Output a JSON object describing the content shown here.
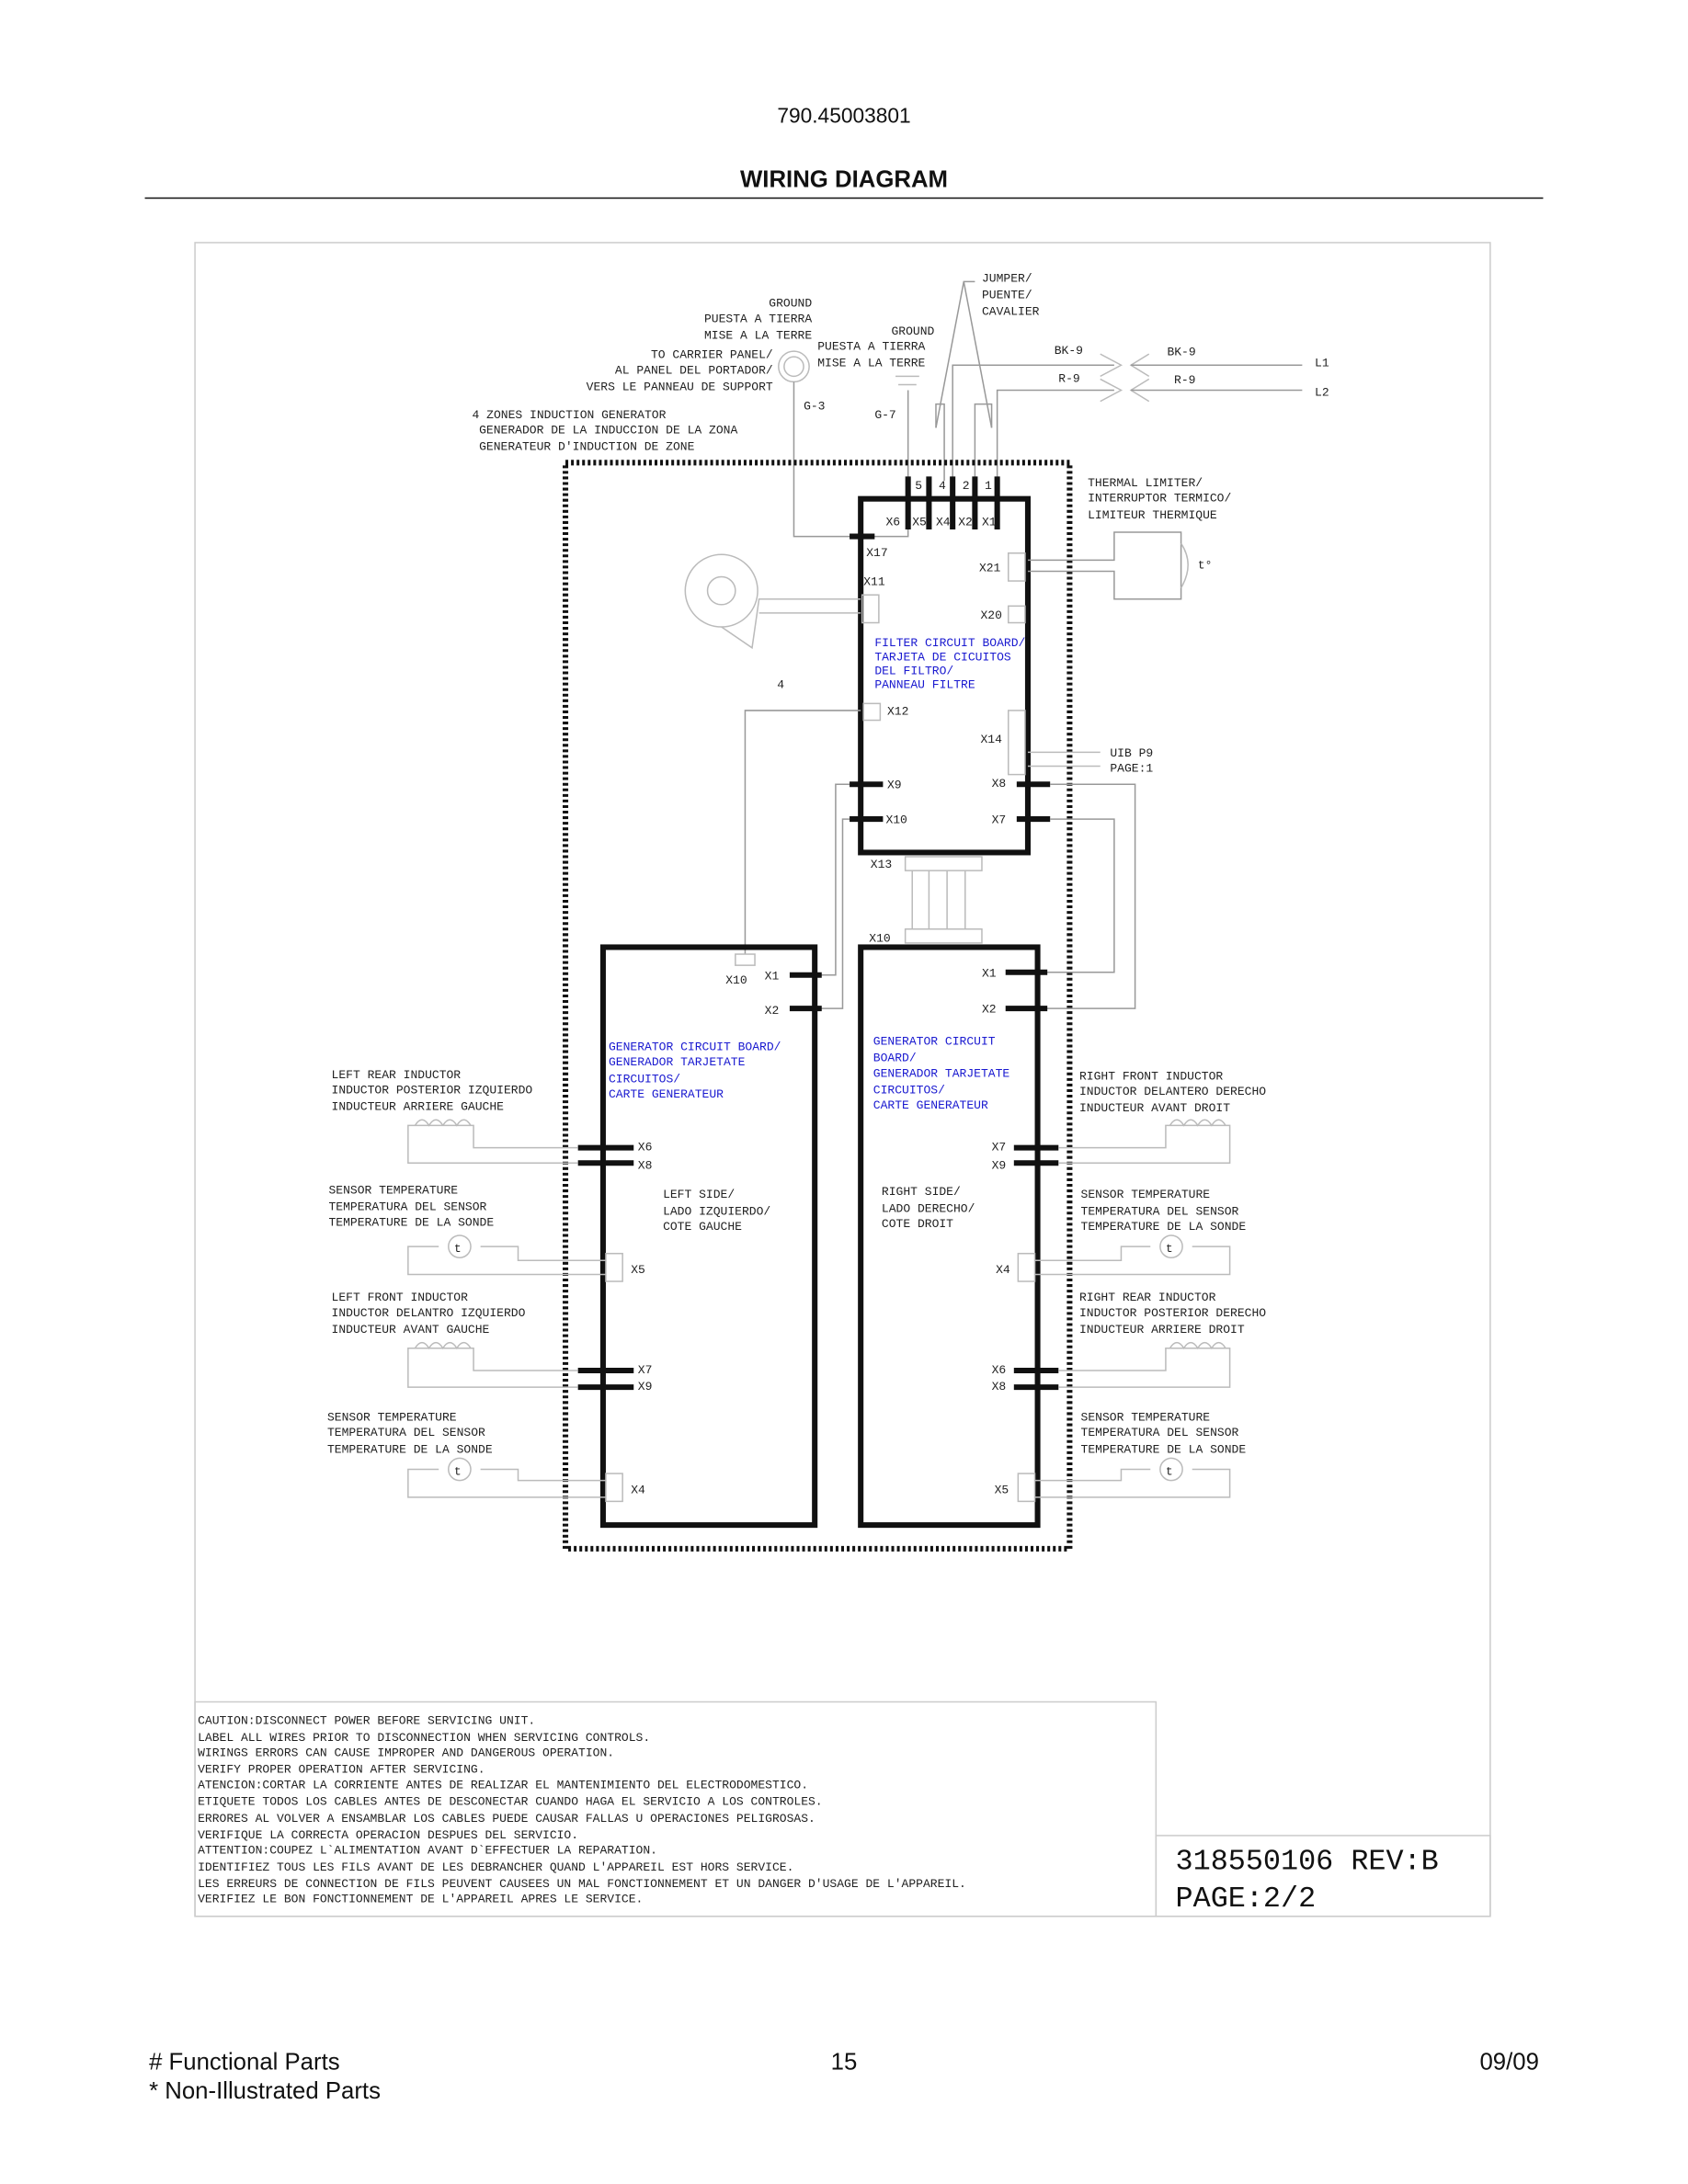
{
  "header": {
    "model": "790.45003801",
    "title": "WIRING DIAGRAM"
  },
  "diagram": {
    "ground1": [
      "GROUND",
      "PUESTA A TIERRA",
      "MISE A LA TERRE"
    ],
    "carrier": [
      "TO CARRIER PANEL/",
      "AL PANEL DEL PORTADOR/",
      "VERS LE PANNEAU DE SUPPORT"
    ],
    "ground2": [
      "GROUND",
      "PUESTA A TIERRA",
      "MISE A LA TERRE"
    ],
    "jumper": [
      "JUMPER/",
      "PUENTE/",
      "CAVALIER"
    ],
    "wires": {
      "bk_left": "BK-9",
      "bk_right": "BK-9",
      "r_left": "R-9",
      "r_right": "R-9",
      "l1": "L1",
      "l2": "L2",
      "g3": "G-3",
      "g7": "G-7",
      "four": "4"
    },
    "generator_title": [
      "4 ZONES INDUCTION GENERATOR",
      "GENERADOR DE LA INDUCCION DE LA ZONA",
      "GENERATEUR D'INDUCTION DE ZONE"
    ],
    "thermal": [
      "THERMAL LIMITER/",
      "INTERRUPTOR TERMICO/",
      "LIMITEUR THERMIQUE"
    ],
    "thermal_symbol": "t°",
    "filter_board": {
      "label": [
        "FILTER CIRCUIT BOARD/",
        "TARJETA DE CICUITOS",
        "DEL FILTRO/",
        "PANNEAU FILTRE"
      ],
      "pins": [
        "5",
        "4",
        "2",
        "1"
      ],
      "connectors": {
        "x6": "X6",
        "x5": "X5",
        "x4": "X4",
        "x2": "X2",
        "x1": "X1",
        "x17": "X17",
        "x11": "X11",
        "x21": "X21",
        "x20": "X20",
        "x12": "X12",
        "x14": "X14",
        "x9": "X9",
        "x8": "X8",
        "x10": "X10",
        "x7": "X7",
        "x13": "X13"
      },
      "pin1": "1"
    },
    "uib": [
      "UIB P9",
      "PAGE:1"
    ],
    "left_board": {
      "label": [
        "GENERATOR CIRCUIT BOARD/",
        "GENERADOR TARJETATE",
        "CIRCUITOS/",
        "CARTE GENERATEUR"
      ],
      "side": [
        "LEFT SIDE/",
        "LADO IZQUIERDO/",
        "COTE GAUCHE"
      ],
      "connectors": {
        "x10": "X10",
        "x1": "X1",
        "x2": "X2",
        "x6": "X6",
        "x8": "X8",
        "x5": "X5",
        "x7": "X7",
        "x9": "X9",
        "x4": "X4"
      }
    },
    "right_board": {
      "label": [
        "GENERATOR CIRCUIT",
        "BOARD/",
        "GENERADOR TARJETATE",
        "CIRCUITOS/",
        "CARTE GENERATEUR"
      ],
      "side": [
        "RIGHT SIDE/",
        "LADO DERECHO/",
        "COTE DROIT"
      ],
      "connectors": {
        "x10": "X10",
        "x1": "X1",
        "x2": "X2",
        "x7": "X7",
        "x9": "X9",
        "x4": "X4",
        "x6": "X6",
        "x8": "X8",
        "x5": "X5"
      }
    },
    "left_rear": [
      "LEFT REAR INDUCTOR",
      "INDUCTOR POSTERIOR IZQUIERDO",
      "INDUCTEUR ARRIERE GAUCHE"
    ],
    "left_front": [
      "LEFT FRONT INDUCTOR",
      "INDUCTOR DELANTRO IZQUIERDO",
      "INDUCTEUR AVANT GAUCHE"
    ],
    "right_front": [
      "RIGHT FRONT INDUCTOR",
      "INDUCTOR DELANTERO DERECHO",
      "INDUCTEUR AVANT DROIT"
    ],
    "right_rear": [
      "RIGHT REAR INDUCTOR",
      "INDUCTOR POSTERIOR DERECHO",
      "INDUCTEUR ARRIERE DROIT"
    ],
    "sensor": [
      "SENSOR TEMPERATURE",
      "TEMPERATURA DEL SENSOR",
      "TEMPERATURE DE LA SONDE"
    ],
    "sensor_symbol": "t"
  },
  "caution": [
    "CAUTION:DISCONNECT POWER BEFORE SERVICING UNIT.",
    "        LABEL ALL WIRES PRIOR TO DISCONNECTION WHEN SERVICING CONTROLS.",
    "        WIRINGS ERRORS CAN CAUSE IMPROPER AND DANGEROUS OPERATION.",
    "        VERIFY PROPER OPERATION AFTER SERVICING.",
    "ATENCION:CORTAR LA CORRIENTE ANTES DE REALIZAR EL MANTENIMIENTO DEL ELECTRODOMESTICO.",
    "         ETIQUETE TODOS LOS CABLES ANTES DE DESCONECTAR CUANDO HAGA EL SERVICIO A LOS CONTROLES.",
    "         ERRORES AL VOLVER A ENSAMBLAR LOS CABLES PUEDE CAUSAR FALLAS U OPERACIONES PELIGROSAS.",
    "         VERIFIQUE LA CORRECTA OPERACION DESPUES DEL SERVICIO.",
    "ATTENTION:COUPEZ L`ALIMENTATION AVANT D`EFFECTUER LA REPARATION.",
    "          IDENTIFIEZ TOUS LES FILS AVANT DE LES DEBRANCHER QUAND L'APPAREIL EST HORS SERVICE.",
    "          LES ERREURS DE CONNECTION DE FILS PEUVENT CAUSEES UN MAL FONCTIONNEMENT ET UN DANGER D'USAGE DE L'APPAREIL.",
    "          VERIFIEZ LE BON FONCTIONNEMENT DE L'APPAREIL APRES LE SERVICE."
  ],
  "doc_number": "318550106 REV:B",
  "doc_page": "PAGE:2/2",
  "footer": {
    "functional": "# Functional Parts",
    "non_illustrated": "* Non-Illustrated Parts",
    "page": "15",
    "date": "09/09"
  }
}
